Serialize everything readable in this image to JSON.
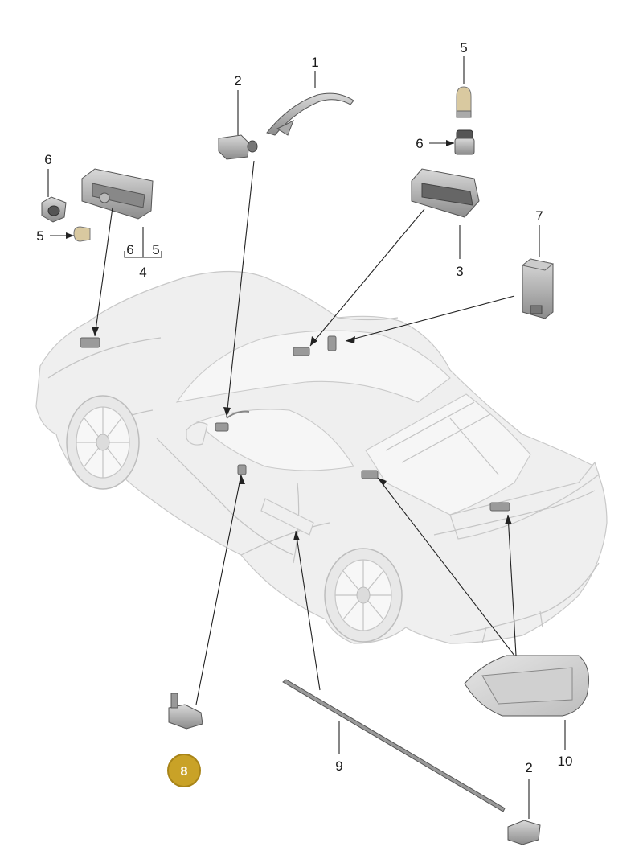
{
  "callouts": {
    "c1": "1",
    "c2_top": "2",
    "c2_bottom": "2",
    "c3": "3",
    "c4": "4",
    "c4_sub6": "6",
    "c4_sub5": "5",
    "c5_left": "5",
    "c5_right": "5",
    "c6_left": "6",
    "c6_right": "6",
    "c7": "7",
    "c8": "8",
    "c9": "9",
    "c10": "10"
  },
  "colors": {
    "highlight_badge": "#c9a227",
    "badge_ring": "#a88418"
  }
}
